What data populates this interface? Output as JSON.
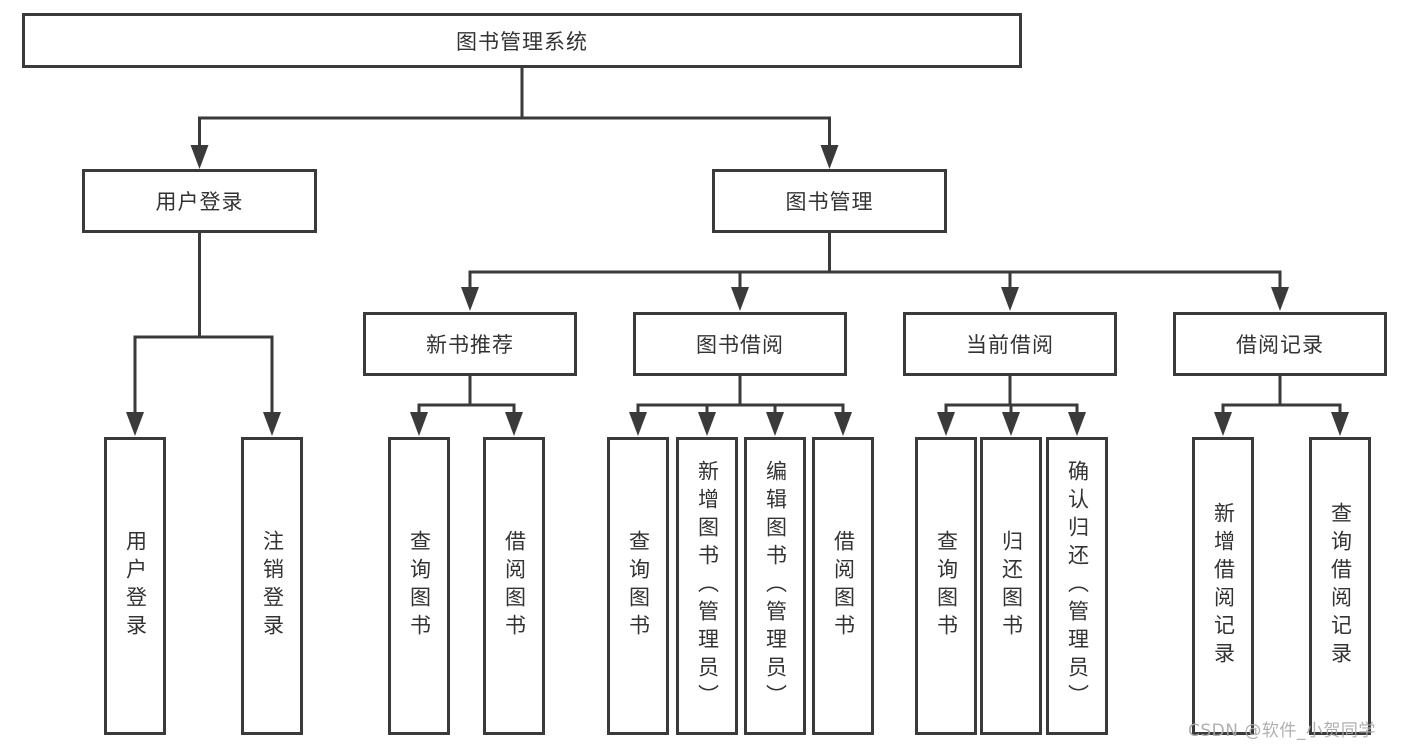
{
  "tree": {
    "root": "图书管理系统",
    "branches": [
      {
        "label": "用户登录",
        "children": [
          "用户登录",
          "注销登录"
        ]
      },
      {
        "label": "图书管理",
        "groups": [
          {
            "label": "新书推荐",
            "children": [
              "查询图书",
              "借阅图书"
            ]
          },
          {
            "label": "图书借阅",
            "children": [
              "查询图书",
              "新增图书（管理员）",
              "编辑图书（管理员）",
              "借阅图书"
            ]
          },
          {
            "label": "当前借阅",
            "children": [
              "查询图书",
              "归还图书",
              "确认归还（管理员）"
            ]
          },
          {
            "label": "借阅记录",
            "children": [
              "新增借阅记录",
              "查询借阅记录"
            ]
          }
        ]
      }
    ]
  },
  "watermark": "CSDN @软件_小贺同学",
  "colors": {
    "line": "#3a3a3a",
    "text": "#333333",
    "background": "#ffffff",
    "watermark": "#a8a8a8"
  }
}
